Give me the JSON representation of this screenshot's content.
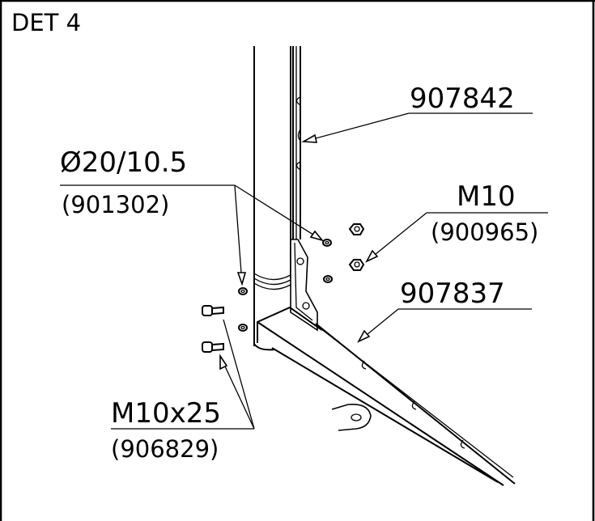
{
  "detail": {
    "title": "DET 4"
  },
  "callouts": {
    "profile_top": {
      "part_no": "907842"
    },
    "washer": {
      "size": "Ø20/10.5",
      "part_no": "(901302)"
    },
    "nut": {
      "size": "M10",
      "part_no": "(900965)"
    },
    "profile_base": {
      "part_no": "907837"
    },
    "bolt": {
      "size": "M10x25",
      "part_no": "(906829)"
    }
  },
  "colors": {
    "line": "#000000",
    "background": "#ffffff"
  }
}
